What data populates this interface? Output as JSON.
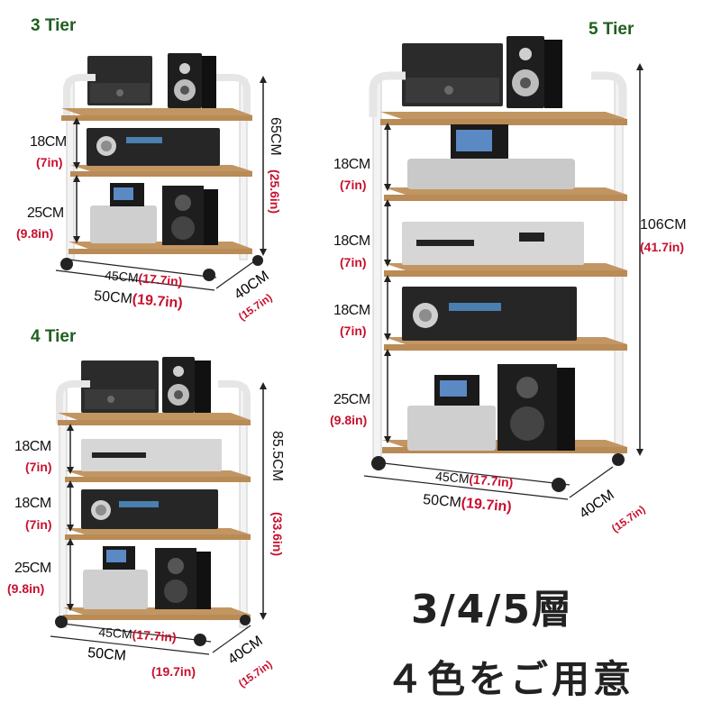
{
  "colors": {
    "wood": "#b98b56",
    "frame": "#f4f4f4",
    "title": "#1f5f1f",
    "inch": "#c8102e",
    "device_dark": "#2b2b2b",
    "device_silver": "#c9c9c9"
  },
  "variants": {
    "tier3": {
      "title": "3 Tier",
      "gaps": [
        {
          "cm": "18CM",
          "in": "(7in)"
        },
        {
          "cm": "25CM",
          "in": "(9.8in)"
        }
      ],
      "height_cm": "65CM",
      "height_in": "(25.6in)",
      "inner_cm": "45CM",
      "inner_in": "(17.7in)",
      "width_cm": "50CM",
      "width_in": "(19.7in)",
      "depth_cm": "40CM",
      "depth_in": "(15.7in)"
    },
    "tier4": {
      "title": "4 Tier",
      "gaps": [
        {
          "cm": "18CM",
          "in": "(7in)"
        },
        {
          "cm": "18CM",
          "in": "(7in)"
        },
        {
          "cm": "25CM",
          "in": "(9.8in)"
        }
      ],
      "height_cm": "85.5CM",
      "height_in": "(33.6in)",
      "inner_cm": "45CM",
      "inner_in": "(17.7in)",
      "width_cm": "50CM",
      "width_in": "(19.7in)",
      "depth_cm": "40CM",
      "depth_in": "(15.7in)"
    },
    "tier5": {
      "title": "5 Tier",
      "gaps": [
        {
          "cm": "18CM",
          "in": "(7in)"
        },
        {
          "cm": "18CM",
          "in": "(7in)"
        },
        {
          "cm": "18CM",
          "in": "(7in)"
        },
        {
          "cm": "25CM",
          "in": "(9.8in)"
        }
      ],
      "height_cm": "106CM",
      "height_in": "(41.7in)",
      "inner_cm": "45CM",
      "inner_in": "(17.7in)",
      "width_cm": "50CM",
      "width_in": "(19.7in)",
      "depth_cm": "40CM",
      "depth_in": "(15.7in)"
    }
  },
  "caption": {
    "line1": "3/4/5層",
    "line2": "４色をご用意"
  }
}
